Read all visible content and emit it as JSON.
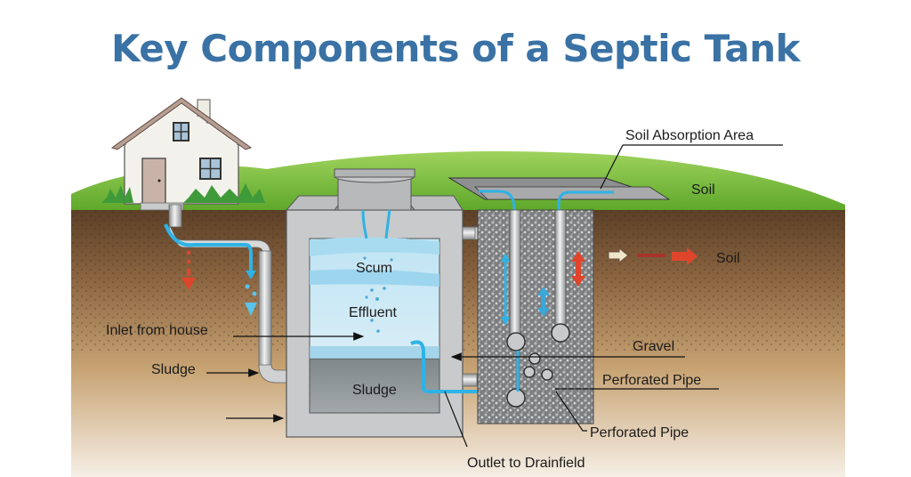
{
  "title": "Key Components of a Septic Tank",
  "colors": {
    "title": "#3a72a5",
    "grass": "#7cbf3e",
    "soil_dark": "#5a3f28",
    "soil_light": "#c9a472",
    "concrete": "#c9cacb",
    "water": "#cfe9f5",
    "water_flow": "#2eb3e6",
    "sludge": "#8e9598",
    "gravel": "#8a8b8c",
    "red_arrow": "#e0452b"
  },
  "labels": {
    "soil_absorption_area": "Soil Absorption Area",
    "soil_top": "Soil",
    "soil_right": "Soil",
    "scum": "Scum",
    "effluent": "Effluent",
    "sludge_tank": "Sludge",
    "inlet_from_house": "Inlet from house",
    "sludge_left": "Sludge",
    "gravel": "Gravel",
    "perforated_pipe_1": "Perforated Pipe",
    "perforated_pipe_2": "Perforated Pipe",
    "outlet_to_drainfield": "Outlet to Drainfield"
  }
}
